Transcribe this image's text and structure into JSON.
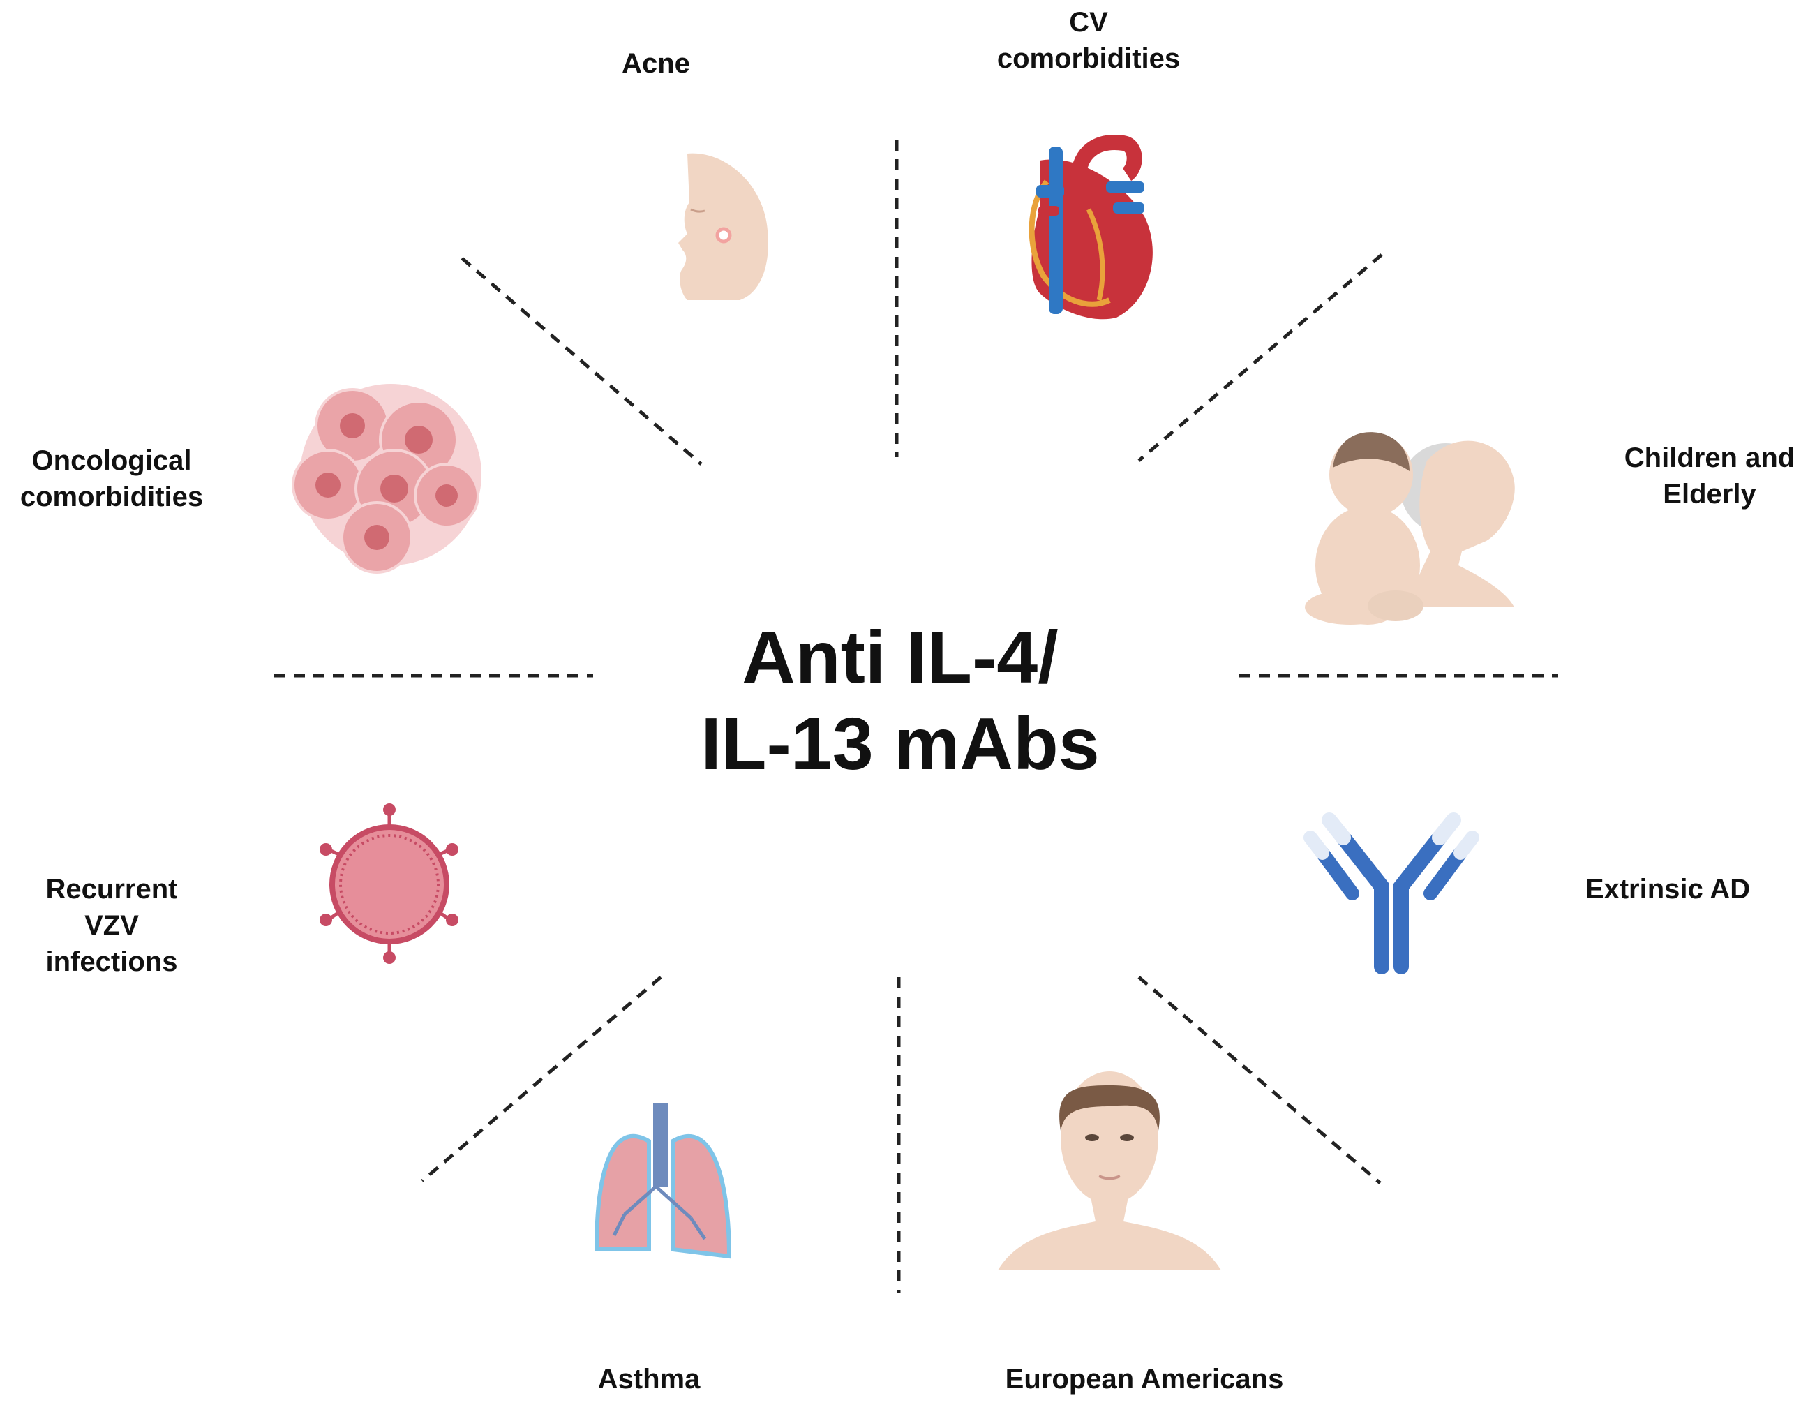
{
  "center": {
    "line1": "Anti IL-4/",
    "line2": "IL-13 mAbs"
  },
  "labels": {
    "acne": "Acne",
    "cv": "CV\ncomorbidities",
    "children_elderly": "Children and\nElderly",
    "extrinsic": "Extrinsic  AD",
    "european": "European Americans",
    "asthma": "Asthma",
    "vzv": "Recurrent\nVZV\ninfections",
    "oncological": "Oncological\ncomorbidities"
  },
  "colors": {
    "skin": "#f1d6c4",
    "heart_red": "#c8323b",
    "vein_blue": "#2f78c4",
    "cell_pink": "#e89a9f",
    "virus": "#c74b64",
    "antibody_blue": "#3a6fc0",
    "lung_pink": "#e6a1a6",
    "lung_outline": "#7fc4e8"
  }
}
